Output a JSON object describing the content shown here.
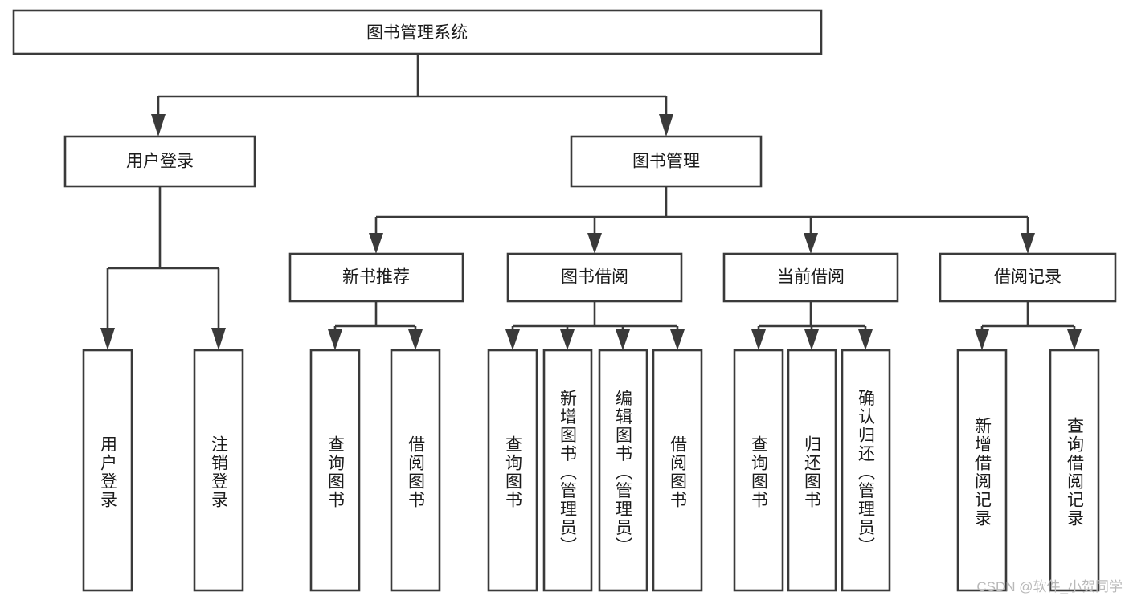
{
  "diagram": {
    "title": "图书管理系统",
    "type": "hierarchy-tree",
    "root": {
      "id": "root",
      "label": "图书管理系统"
    },
    "level2": [
      {
        "id": "user-login",
        "label": "用户登录"
      },
      {
        "id": "book-manage",
        "label": "图书管理"
      }
    ],
    "level3": [
      {
        "id": "new-book-rec",
        "label": "新书推荐",
        "parent": "book-manage"
      },
      {
        "id": "book-borrow",
        "label": "图书借阅",
        "parent": "book-manage"
      },
      {
        "id": "current-borrow",
        "label": "当前借阅",
        "parent": "book-manage"
      },
      {
        "id": "borrow-record",
        "label": "借阅记录",
        "parent": "book-manage"
      }
    ],
    "leaves": {
      "user-login": [
        {
          "id": "leaf-user-login",
          "label": "用户登录"
        },
        {
          "id": "leaf-logout",
          "label": "注销登录"
        }
      ],
      "new-book-rec": [
        {
          "id": "leaf-query-book-1",
          "label": "查询图书"
        },
        {
          "id": "leaf-borrow-book-1",
          "label": "借阅图书"
        }
      ],
      "book-borrow": [
        {
          "id": "leaf-query-book-2",
          "label": "查询图书"
        },
        {
          "id": "leaf-add-book",
          "label": "新增图书（管理员）"
        },
        {
          "id": "leaf-edit-book",
          "label": "编辑图书（管理员）"
        },
        {
          "id": "leaf-borrow-book-2",
          "label": "借阅图书"
        }
      ],
      "current-borrow": [
        {
          "id": "leaf-query-book-3",
          "label": "查询图书"
        },
        {
          "id": "leaf-return-book",
          "label": "归还图书"
        },
        {
          "id": "leaf-confirm-return",
          "label": "确认归还（管理员）"
        }
      ],
      "borrow-record": [
        {
          "id": "leaf-add-record",
          "label": "新增借阅记录"
        },
        {
          "id": "leaf-query-record",
          "label": "查询借阅记录"
        }
      ]
    }
  },
  "watermark": {
    "text": "CSDN @软件_小贺同学"
  },
  "colors": {
    "stroke": "#3a3a3a",
    "box_fill": "#ffffff",
    "text": "#1b1b1b",
    "watermark": "#b9b9b9",
    "background": "#ffffff"
  }
}
